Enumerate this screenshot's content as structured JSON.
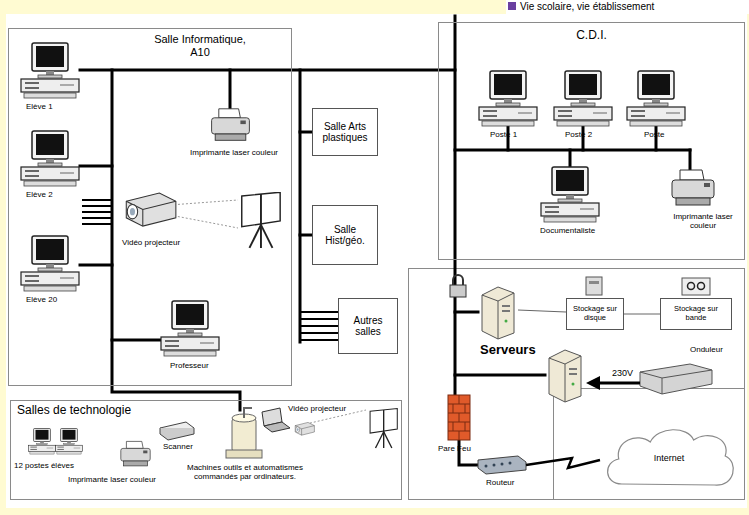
{
  "diagram": {
    "nodes": [
      {
        "text": [
          "Salle Informatique, A10"
        ]
      },
      {
        "text": [
          "Salle Arts plastiques"
        ]
      },
      {
        "text": [
          "Salle Hist/géo."
        ]
      },
      {
        "text": [
          "Autres salles"
        ]
      },
      {
        "text": [
          "C.D.I."
        ]
      },
      {
        "text": [
          "Stockage sur disque"
        ]
      },
      {
        "text": [
          "Stockage sur bande"
        ]
      },
      {
        "text": [
          "Internet"
        ]
      },
      {
        "text": [
          "Salles de technologie"
        ]
      }
    ],
    "labels": [
      "Vie scolaire, vie établissement",
      "Elève 1",
      "Elève 2",
      "Elève 20",
      "Imprimante laser couleur",
      "Vidéo projecteur",
      "Professeur",
      "Poste 1",
      "Poste 2",
      "Poste",
      "Documentaliste",
      "Imprimante laser couleur",
      "Serveurs",
      "230V",
      "Onduleur",
      "Pare Feu",
      "Routeur",
      "12 postes élèves",
      "Imprimante laser couleur",
      "Scanner",
      "Machines outils et automatismes commandés par ordinateurs.",
      "Vidéo projecteur"
    ]
  }
}
